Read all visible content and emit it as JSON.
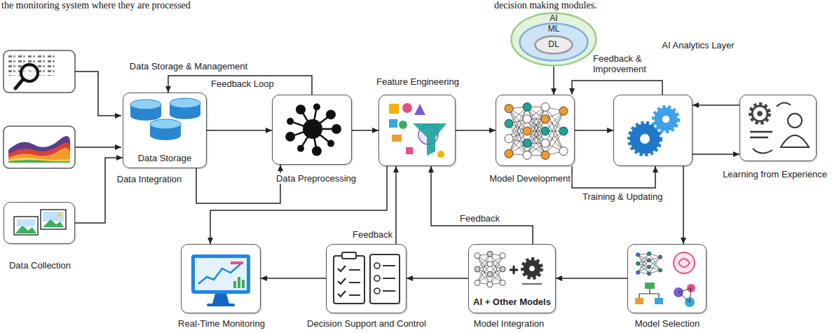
{
  "diagram": {
    "nodes": [
      {
        "text": [
          "Data Collection"
        ]
      },
      {
        "text": [
          "Data Storage & Management",
          "Data Storage",
          "Data Integration"
        ]
      },
      {
        "text": [
          "Data Preprocessing"
        ]
      },
      {
        "text": [
          "Feature Engineering"
        ]
      },
      {
        "text": [
          "AI"
        ]
      },
      {
        "text": [
          "ML"
        ],
        "in": 4
      },
      {
        "text": [
          "DL"
        ],
        "in": 5
      },
      {
        "text": [
          "Model Development"
        ]
      },
      {
        "text": [
          "AI Analytics Layer"
        ]
      },
      {
        "text": [
          "Learning from Experience"
        ]
      },
      {
        "text": [
          "Model Selection"
        ]
      },
      {
        "text": [
          "AI + Other Models",
          "Model Integration"
        ]
      },
      {
        "text": [
          "Decision Support and Control"
        ]
      },
      {
        "text": [
          "Real-Time Monitoring"
        ]
      }
    ],
    "edges": [
      {
        "from": 0,
        "to": 1,
        "arrow": "to"
      },
      {
        "from": 1,
        "to": 2,
        "arrow": "to"
      },
      {
        "from": 2,
        "to": 1,
        "label": "Feedback Loop",
        "arrow": "to"
      },
      {
        "from": 1,
        "to": 2,
        "arrow": "to"
      },
      {
        "from": 2,
        "to": 3,
        "arrow": "to"
      },
      {
        "from": 3,
        "to": 7,
        "arrow": "to"
      },
      {
        "from": 4,
        "to": 7,
        "arrow": "to"
      },
      {
        "from": 7,
        "to": 8,
        "arrow": "to"
      },
      {
        "from": 8,
        "to": 7,
        "label": "Feedback & Improvement",
        "arrow": "to"
      },
      {
        "from": 8,
        "to": 9,
        "arrow": "to"
      },
      {
        "from": 9,
        "to": 8,
        "arrow": "to"
      },
      {
        "from": 7,
        "to": 8,
        "label": "Training & Updating",
        "arrow": "to"
      },
      {
        "from": 8,
        "to": 10,
        "arrow": "to"
      },
      {
        "from": 10,
        "to": 11,
        "arrow": "to"
      },
      {
        "from": 11,
        "to": 12,
        "arrow": "to"
      },
      {
        "from": 12,
        "to": 13,
        "arrow": "to"
      },
      {
        "from": 11,
        "to": 3,
        "label": "Feedback",
        "arrow": "to"
      },
      {
        "from": 12,
        "to": 3,
        "label": "Feedback",
        "arrow": "to"
      },
      {
        "from": 3,
        "to": 13,
        "arrow": "to"
      }
    ],
    "labels": [
      "the monitoring system where they are processed",
      "decision making modules."
    ]
  }
}
